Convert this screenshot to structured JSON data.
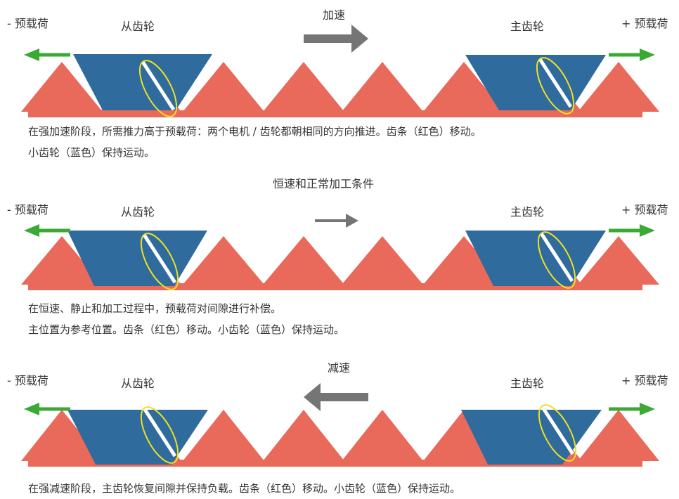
{
  "labels": {
    "minus_preload": "- 预载荷",
    "plus_preload": "+ 预载荷",
    "slave_gear": "从齿轮",
    "master_gear": "主齿轮"
  },
  "panels": [
    {
      "title": "加速",
      "captions": [
        "在强加速阶段，所需推力高于预载荷：两个电机 / 齿轮都朝相同的方向推进。齿条（红色）移动。",
        "小齿轮（蓝色）保持运动。"
      ]
    },
    {
      "title": "恒速和正常加工条件",
      "captions": [
        "在恒速、静止和加工过程中，预载荷对间隙进行补偿。",
        "主位置为参考位置。齿条（红色）移动。小齿轮（蓝色）保持运动。"
      ]
    },
    {
      "title": "减速",
      "captions": [
        "在强减速阶段，主齿轮恢复间隙并保持负载。齿条（红色）移动。小齿轮（蓝色）保持运动。"
      ]
    }
  ],
  "colors": {
    "rack": "#e9695a",
    "pinion": "#2f6b9d",
    "preload_arrow": "#3aaa35",
    "motion_arrow": "#757575",
    "contact_highlight": "#f0e020"
  },
  "icons": {
    "left_arrow": "green-arrow-left-icon",
    "right_arrow": "green-arrow-right-icon",
    "motion": "gray-direction-arrow-icon",
    "contact": "yellow-ellipse-icon"
  }
}
